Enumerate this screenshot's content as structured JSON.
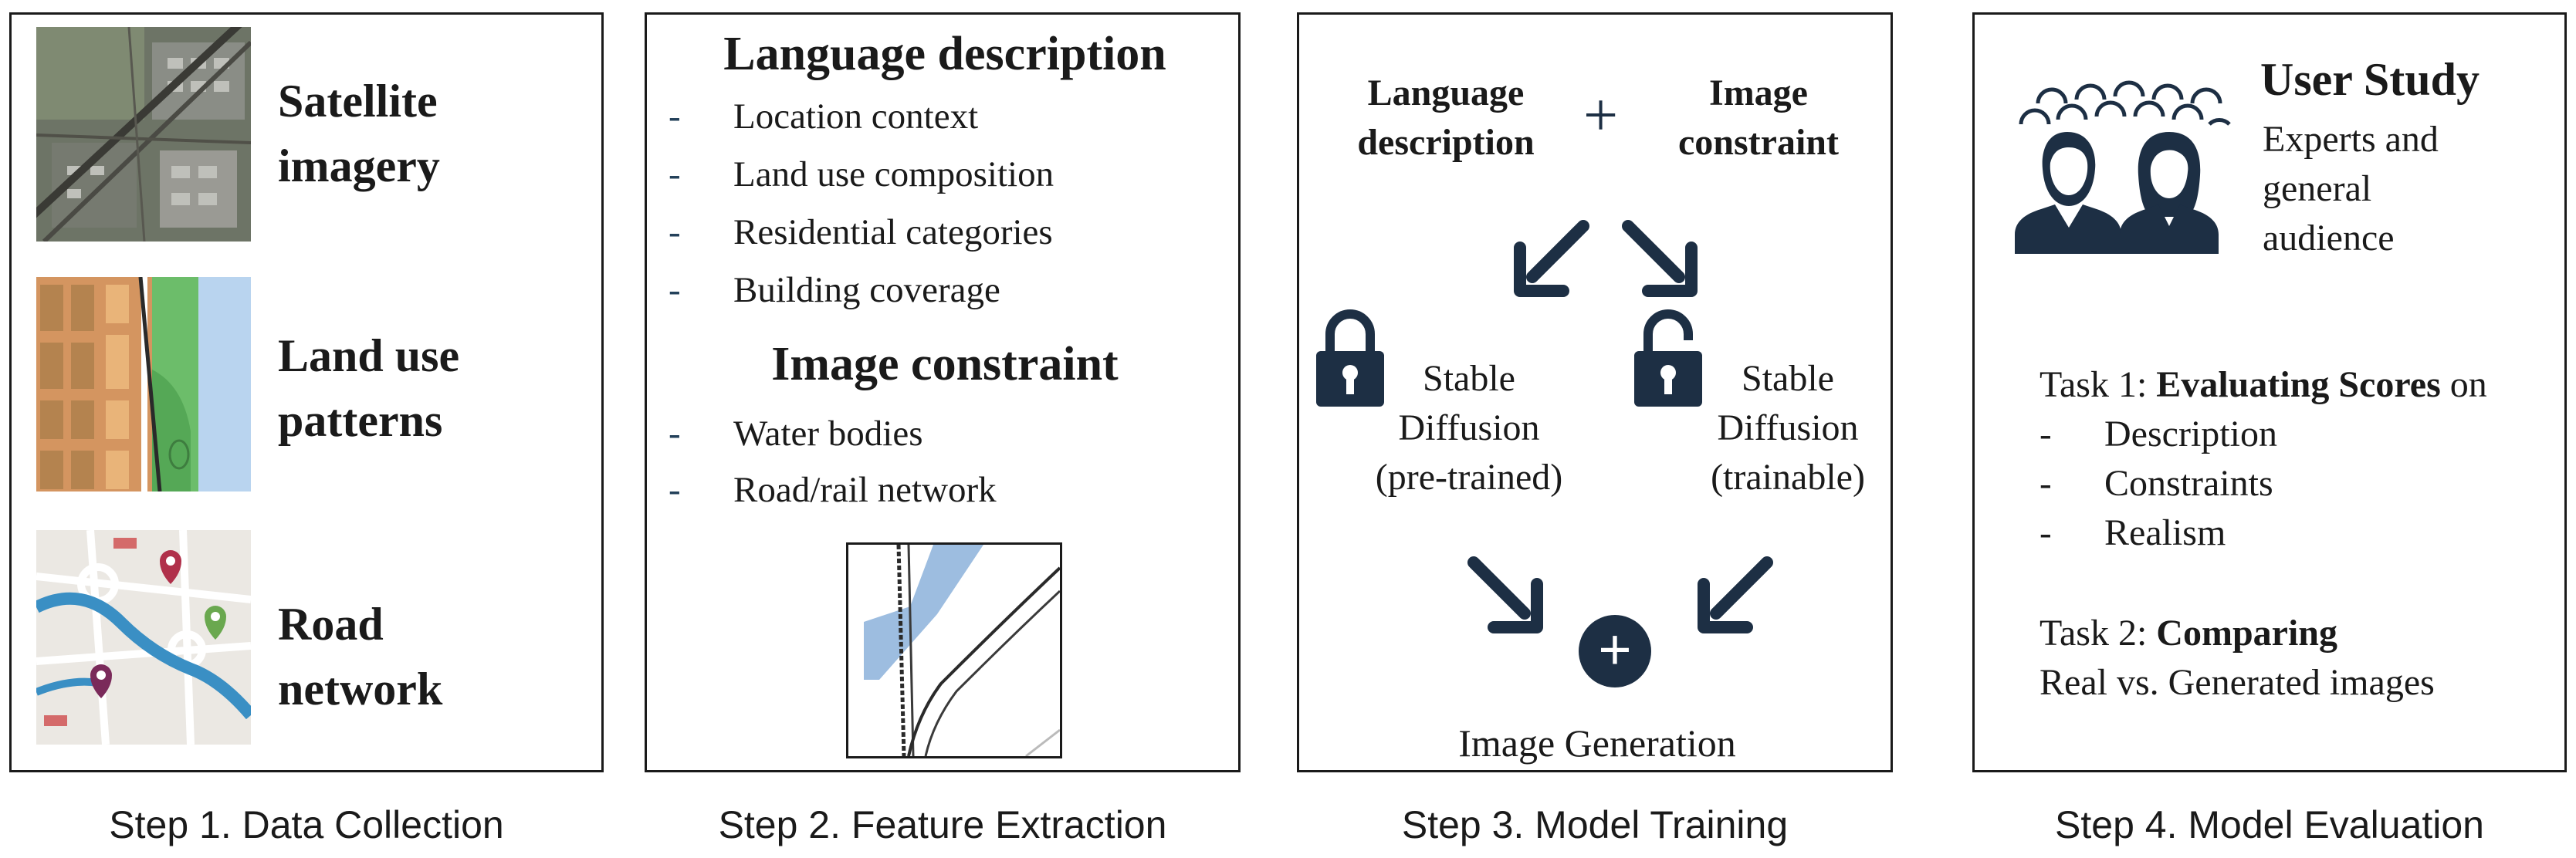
{
  "panels": {
    "p1": {
      "items": [
        {
          "label_line1": "Satellite",
          "label_line2": "imagery"
        },
        {
          "label_line1": "Land use",
          "label_line2": "patterns"
        },
        {
          "label_line1": "Road",
          "label_line2": "network"
        }
      ]
    },
    "p2": {
      "language_title": "Language description",
      "language_items": [
        "Location context",
        "Land use composition",
        "Residential categories",
        "Building coverage"
      ],
      "image_title": "Image constraint",
      "image_items": [
        "Water bodies",
        "Road/rail network"
      ],
      "dash": "-"
    },
    "p3": {
      "input_left_line1": "Language",
      "input_left_line2": "description",
      "plus": "+",
      "input_right_line1": "Image",
      "input_right_line2": "constraint",
      "locked_line1": "Stable",
      "locked_line2": "Diffusion",
      "locked_line3": "(pre-trained)",
      "unlocked_line1": "Stable",
      "unlocked_line2": "Diffusion",
      "unlocked_line3": "(trainable)",
      "output": "Image Generation",
      "add_symbol": "+"
    },
    "p4": {
      "title": "User Study",
      "subtitle_line1": "Experts and",
      "subtitle_line2": "general",
      "subtitle_line3": "audience",
      "task1_prefix": "Task 1: ",
      "task1_bold": "Evaluating Scores",
      "task1_suffix": " on",
      "task1_items": [
        "Description",
        "Constraints",
        "Realism"
      ],
      "task2_prefix": "Task 2: ",
      "task2_bold": "Comparing",
      "task2_line2": "Real vs. Generated images",
      "dash": "-"
    }
  },
  "steps": [
    "Step 1. Data Collection",
    "Step 2. Feature Extraction",
    "Step 3. Model Training",
    "Step 4. Model Evaluation"
  ],
  "colors": {
    "icon_navy": "#1d2f44",
    "water_blue": "#8fb2d9",
    "landuse_green": "#6fbf73",
    "landuse_orange": "#d9894a"
  }
}
